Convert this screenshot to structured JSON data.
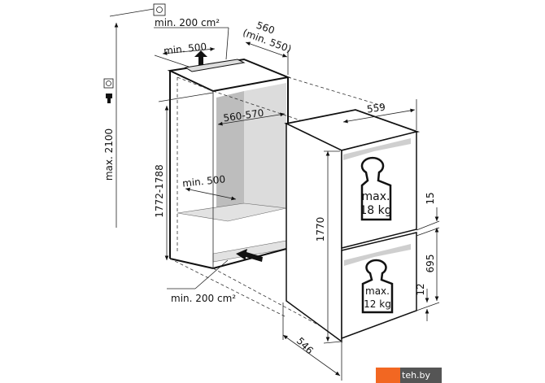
{
  "labels": {
    "vent_top_area": "min. 200 cm²",
    "niche_depth": "560",
    "niche_depth_min": "(min. 550)",
    "vent_top_width": "min. 500",
    "max_height": "max. 2100",
    "niche_width": "560-570",
    "niche_height": "1772-1788",
    "vent_bottom_width": "min. 500",
    "vent_bottom_area": "min. 200 cm²",
    "appliance_width": "559",
    "appliance_height": "1770",
    "gap_top": "15",
    "door_height": "695",
    "gap_bottom": "12",
    "appliance_depth": "546"
  },
  "weights": [
    {
      "line1": "max.",
      "line2": "18 kg"
    },
    {
      "line1": "max.",
      "line2": "12 kg"
    }
  ],
  "watermark": "teh.by",
  "colors": {
    "watermark_orange": "#f26722",
    "watermark_gray": "#555555"
  }
}
